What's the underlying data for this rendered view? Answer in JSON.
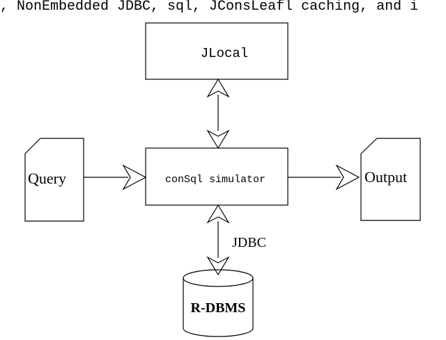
{
  "header": {
    "caption_fragment": ", NonEmbedded JDBC, sql, JConsLeafl caching, and i"
  },
  "nodes": {
    "jlocal": {
      "label": "JLocal"
    },
    "simulator": {
      "label": "conSql simulator"
    },
    "query": {
      "label": "Query"
    },
    "output": {
      "label": "Output"
    },
    "database": {
      "label": "R-DBMS"
    }
  },
  "edges": {
    "jdbc": {
      "label": "JDBC"
    }
  },
  "colors": {
    "stroke": "#000000",
    "background": "#ffffff"
  }
}
